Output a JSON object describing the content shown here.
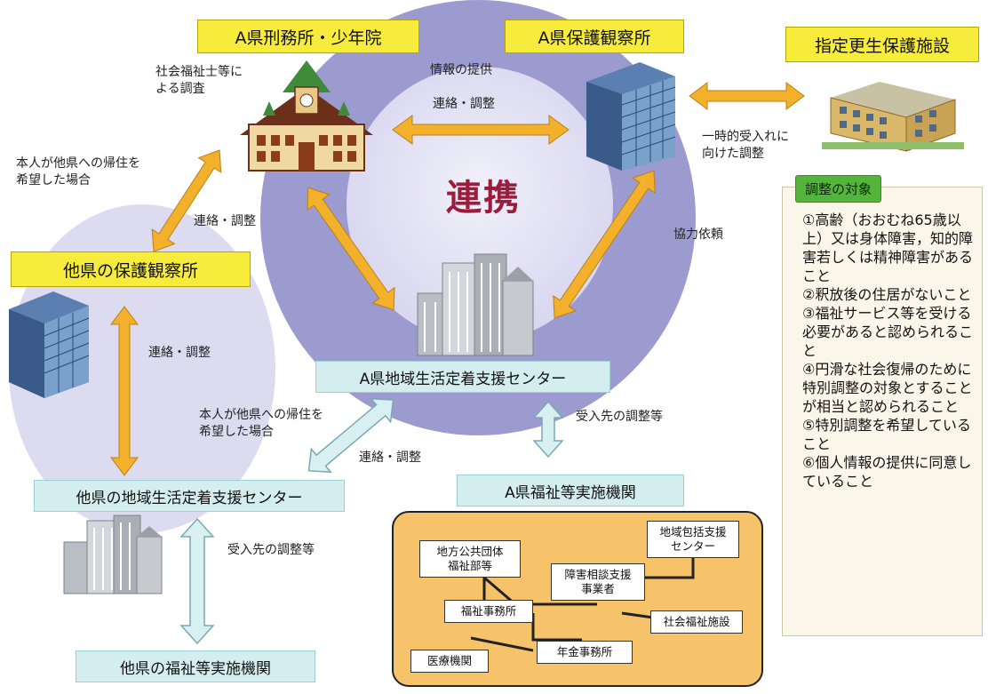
{
  "title_center": "連携",
  "nodes": {
    "a_prison": "A県刑務所・少年院",
    "a_probation": "A県保護観察所",
    "designated_facility": "指定更生保護施設",
    "other_probation": "他県の保護観察所",
    "a_center": "A県地域生活定着支援センター",
    "other_center": "他県の地域生活定着支援センター",
    "a_welfare": "A県福祉等実施機関",
    "other_welfare": "他県の福祉等実施機関"
  },
  "labels": {
    "social_worker_survey": "社会福祉士等に\nよる調査",
    "info_provision": "情報の提供",
    "contact_adjust_top": "連絡・調整",
    "temp_acceptance": "一時的受入れに\n向けた調整",
    "return_wish_top": "本人が他県への帰住を\n希望した場合",
    "contact_adjust_left_upper": "連絡・調整",
    "cooperation_request": "協力依頼",
    "contact_adjust_left": "連絡・調整",
    "return_wish_mid": "本人が他県への帰住を\n希望した場合",
    "contact_adjust_mid": "連絡・調整",
    "acceptance_adjust_right": "受入先の調整等",
    "acceptance_adjust_left": "受入先の調整等"
  },
  "welfare_boxes": {
    "local_gov": "地方公共団体\n福祉部等",
    "community_support": "地域包括支援\nセンター",
    "disability_consult": "障害相談支援\n事業者",
    "welfare_office": "福祉事務所",
    "social_welfare_facility": "社会福祉施設",
    "medical": "医療機関",
    "pension_office": "年金事務所"
  },
  "targets": {
    "title": "調整の対象",
    "items": [
      "①高齢（おおむね65歳以上）又は身体障害，知的障害若しくは精神障害があること",
      "②釈放後の住居がないこと",
      "③福祉サービス等を受ける必要があると認められること",
      "④円滑な社会復帰のために特別調整の対象とすることが相当と認められること",
      "⑤特別調整を希望していること",
      "⑥個人情報の提供に同意していること"
    ]
  },
  "colors": {
    "big_circle": "#9c9bd0",
    "inner_circle": "#dcdaf1",
    "left_ellipse": "#dcdbf0",
    "yellow_label": "#f7ec3c",
    "cyan_label": "#d4eef0",
    "orange_arrow": "#f3b02a",
    "cyan_arrow": "#d8f0f2",
    "welfare_bg": "#f7c36a",
    "accent_text": "#9b1d3b"
  }
}
